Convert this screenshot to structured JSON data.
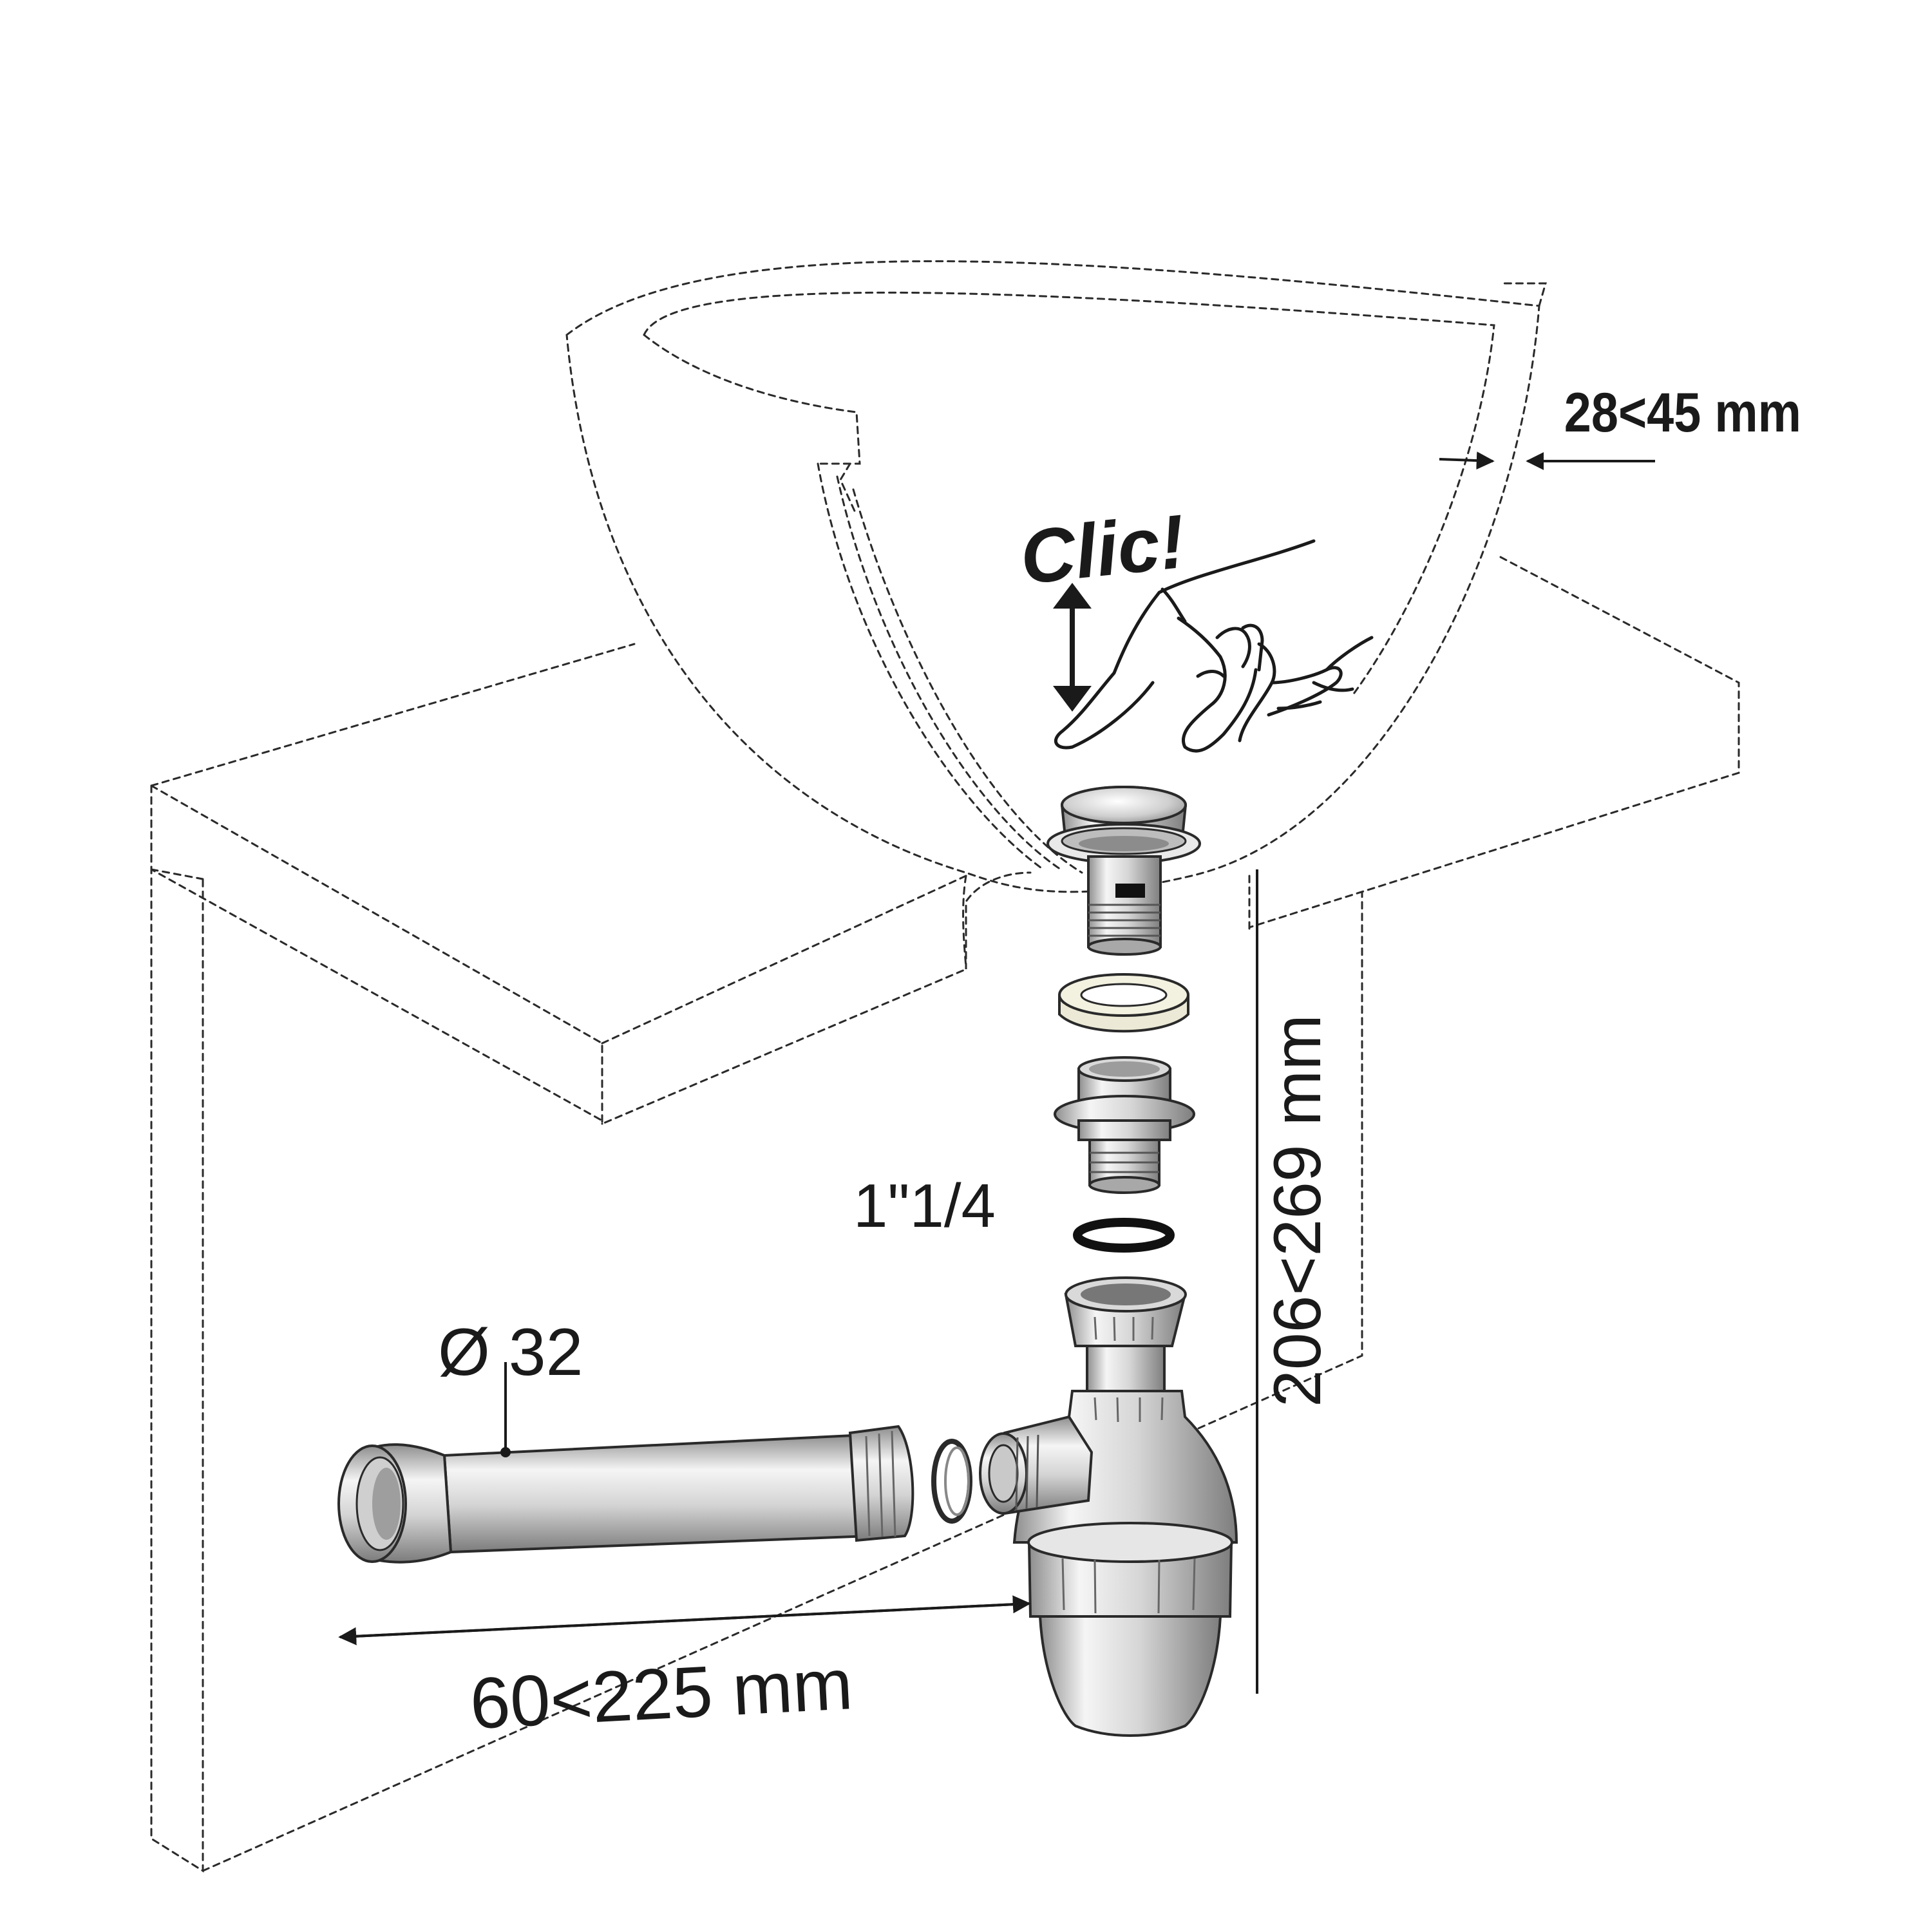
{
  "labels": {
    "wall_thickness": "28<45 mm",
    "height_range": "206<269 mm",
    "thread_size": "1\"1/4",
    "pipe_diameter": "Ø 32",
    "length_range": "60<225 mm",
    "click": "Clic!"
  },
  "icons": {
    "up_down_arrow": "double-arrow-vertical",
    "pressing_hand": "hand-pressing-icon"
  },
  "colors": {
    "line": "#1a1a1a",
    "chrome_light": "#f2f2f2",
    "chrome_dark": "#9a9a9a",
    "gasket_cream": "#f3f1e0",
    "gasket_black": "#111111"
  }
}
